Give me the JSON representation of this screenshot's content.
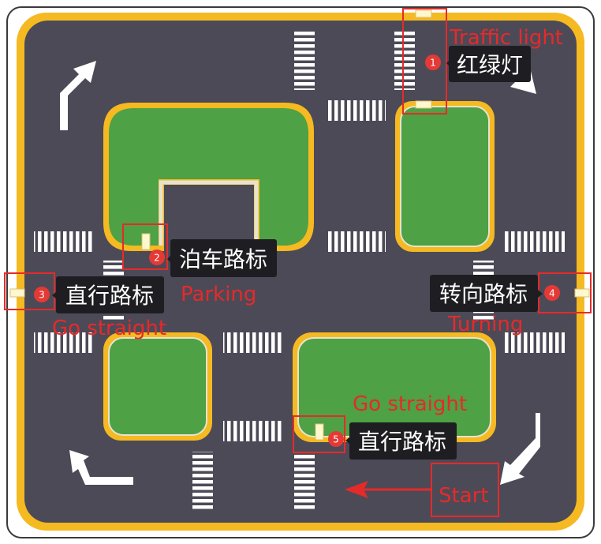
{
  "colors": {
    "road": "#4c4a57",
    "border": "#f5b921",
    "grass": "#4ea144",
    "curb": "#f0c660",
    "inner_edge": "#e7e3cf",
    "marking": "#ffffff",
    "label_bg": "#1e1e22",
    "annotation_red": "#e62a2a",
    "badge_red": "#e53935",
    "sign_fill": "#fff7cf"
  },
  "annotations": {
    "traffic_light": {
      "badge": "1",
      "cn": "红绿灯",
      "en": "Traffic light"
    },
    "parking": {
      "badge": "2",
      "cn": "泊车路标",
      "en": "Parking"
    },
    "go_straight_left": {
      "badge": "3",
      "cn": "直行路标",
      "en": "Go straight"
    },
    "turning": {
      "badge": "4",
      "cn": "转向路标",
      "en": "Turning"
    },
    "go_straight_bottom": {
      "badge": "5",
      "cn": "直行路标",
      "en": "Go straight"
    },
    "start": {
      "en": "Start"
    }
  },
  "icons": [
    "turn-arrow-icon",
    "start-arrow-icon",
    "traffic-light-icon",
    "road-sign-icon"
  ]
}
